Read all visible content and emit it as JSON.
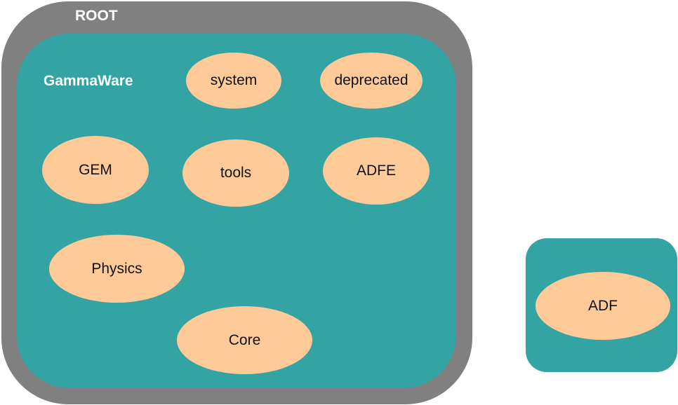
{
  "containers": {
    "root": {
      "label": "ROOT",
      "color": "#808080"
    },
    "gammaware": {
      "label": "GammaWare",
      "color": "#33a3a3"
    },
    "adf_box": {
      "color": "#33a3a3"
    }
  },
  "nodes": {
    "system": "system",
    "deprecated": "deprecated",
    "gem": "GEM",
    "tools": "tools",
    "adfe": "ADFE",
    "physics": "Physics",
    "core": "Core",
    "adf": "ADF"
  },
  "node_color": "#fecb98"
}
